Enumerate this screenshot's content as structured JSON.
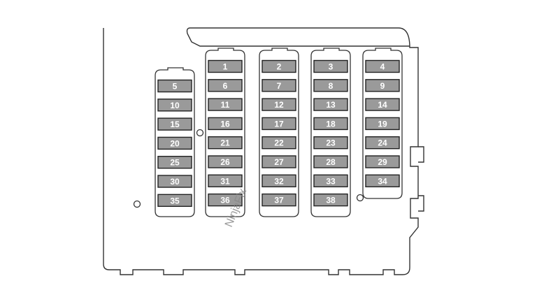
{
  "diagram": {
    "watermark": "NinjaFix",
    "columns": [
      {
        "id": "col-1",
        "fuses": [
          "5",
          "10",
          "15",
          "20",
          "25",
          "30",
          "35"
        ]
      },
      {
        "id": "col-2",
        "fuses": [
          "1",
          "6",
          "11",
          "16",
          "21",
          "26",
          "31",
          "36"
        ]
      },
      {
        "id": "col-3",
        "fuses": [
          "2",
          "7",
          "12",
          "17",
          "22",
          "27",
          "32",
          "37"
        ]
      },
      {
        "id": "col-4",
        "fuses": [
          "3",
          "8",
          "13",
          "18",
          "23",
          "28",
          "33",
          "38"
        ]
      },
      {
        "id": "col-5",
        "fuses": [
          "4",
          "9",
          "14",
          "19",
          "24",
          "29",
          "34"
        ]
      }
    ],
    "colors": {
      "fuse_fill": "#9a9a9a",
      "fuse_text": "#ffffff",
      "line": "#333333"
    }
  }
}
